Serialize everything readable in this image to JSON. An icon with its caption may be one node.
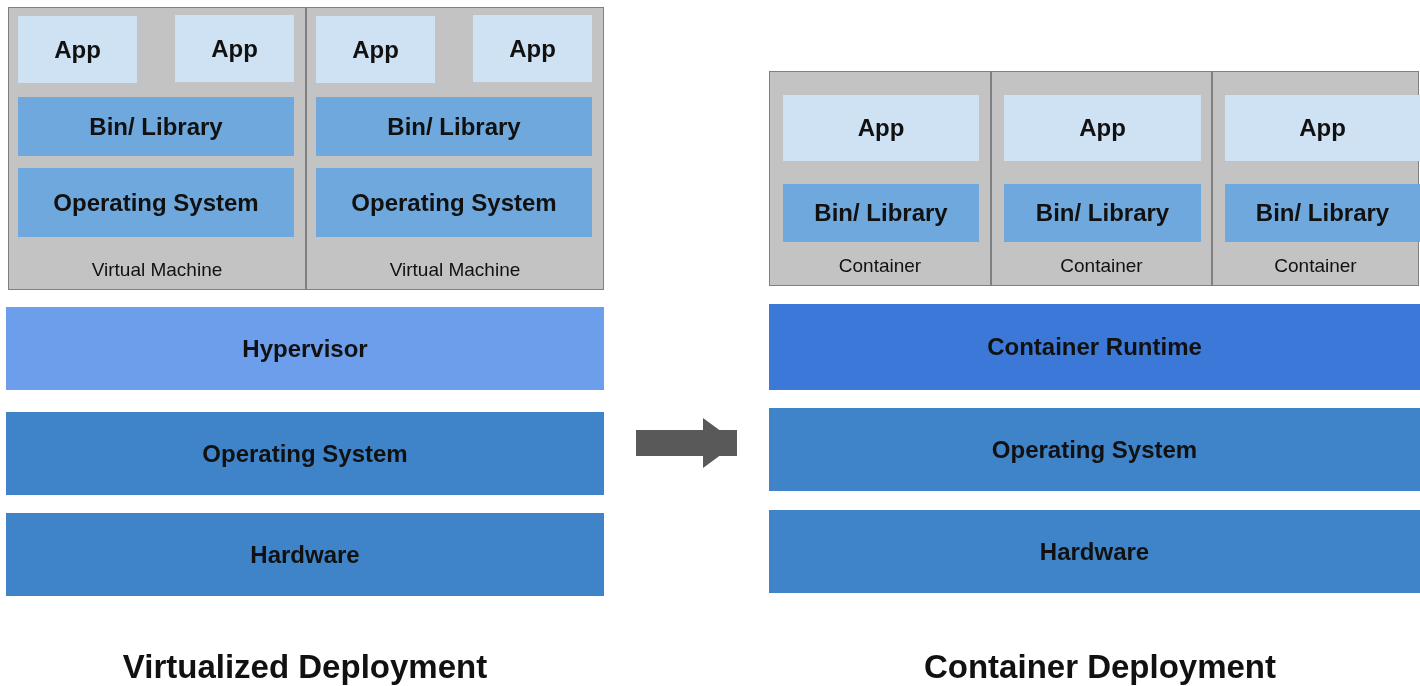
{
  "diagram": {
    "nodes": [
      {
        "text": [
          "Virtual Machine"
        ]
      },
      {
        "text": [
          "App"
        ],
        "in": 0
      },
      {
        "text": [
          "App"
        ],
        "in": 0
      },
      {
        "text": [
          "Bin/ Library"
        ],
        "in": 0
      },
      {
        "text": [
          "Operating System"
        ],
        "in": 0
      },
      {
        "text": [
          "Virtual Machine"
        ]
      },
      {
        "text": [
          "App"
        ],
        "in": 5
      },
      {
        "text": [
          "App"
        ],
        "in": 5
      },
      {
        "text": [
          "Bin/ Library"
        ],
        "in": 5
      },
      {
        "text": [
          "Operating System"
        ],
        "in": 5
      },
      {
        "text": [
          "Hypervisor"
        ]
      },
      {
        "text": [
          "Operating System"
        ]
      },
      {
        "text": [
          "Hardware"
        ]
      },
      {
        "text": [
          "Container"
        ]
      },
      {
        "text": [
          "App"
        ],
        "in": 13
      },
      {
        "text": [
          "Bin/ Library"
        ],
        "in": 13
      },
      {
        "text": [
          "Container"
        ]
      },
      {
        "text": [
          "App"
        ],
        "in": 16
      },
      {
        "text": [
          "Bin/ Library"
        ],
        "in": 16
      },
      {
        "text": [
          "Container"
        ]
      },
      {
        "text": [
          "App"
        ],
        "in": 19
      },
      {
        "text": [
          "Bin/ Library"
        ],
        "in": 19
      },
      {
        "text": [
          "Container Runtime"
        ]
      },
      {
        "text": [
          "Operating System"
        ]
      },
      {
        "text": [
          "Hardware"
        ]
      }
    ],
    "edges": [
      {
        "from": 11,
        "to": 23,
        "arrow": "to"
      }
    ],
    "labels": [
      "Virtualized Deployment",
      "Container Deployment"
    ]
  }
}
